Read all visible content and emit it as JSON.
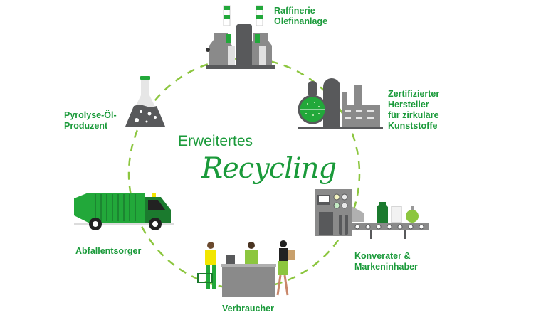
{
  "diagram": {
    "title_line1": "Erweitertes",
    "title_line2": "Recycling",
    "colors": {
      "label_green": "#1a9a3a",
      "dash_lime": "#8cc63f",
      "icon_green": "#22a83a",
      "dark_green": "#1b7a2e",
      "gray_dark": "#58595b",
      "gray_mid": "#8a8a8a",
      "gray_light": "#c8c8c8"
    },
    "stages": [
      {
        "id": "refinery",
        "label": "Raffinerie\nOlefinanlage",
        "icon": "refinery-icon"
      },
      {
        "id": "manufacturer",
        "label": "Zertifizierter\nHersteller\nfür zirkuläre\nKunststoffe",
        "icon": "factory-icon"
      },
      {
        "id": "converter",
        "label": "Konverater &\nMarkeninhaber",
        "icon": "conveyor-machine-icon"
      },
      {
        "id": "consumer",
        "label": "Verbraucher",
        "icon": "checkout-shoppers-icon"
      },
      {
        "id": "waste",
        "label": "Abfallentsorger",
        "icon": "garbage-truck-icon"
      },
      {
        "id": "pyrolysis",
        "label": "Pyrolyse-Öl-\nProduzent",
        "icon": "flask-icon"
      }
    ]
  }
}
